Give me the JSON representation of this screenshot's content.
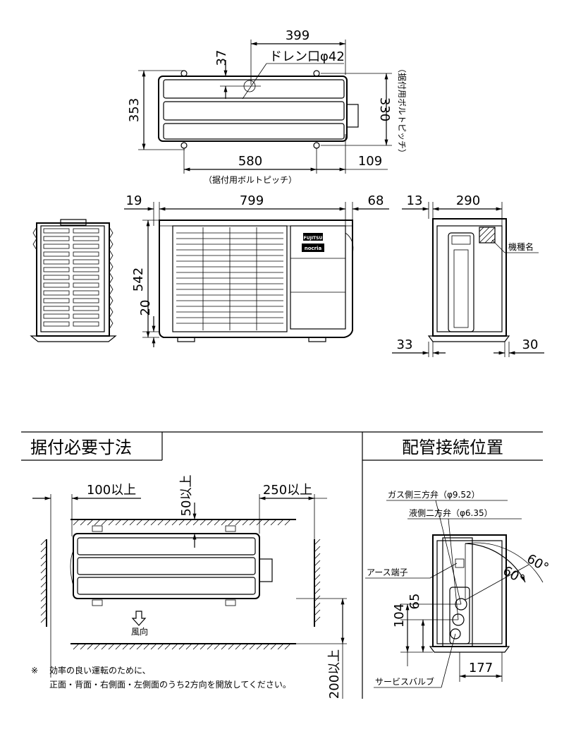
{
  "top_view": {
    "dim_399": "399",
    "dim_37": "37",
    "drain": "ドレン口φ42",
    "dim_353": "353",
    "dim_330": "330",
    "bolt_pitch_vertical": "（据付用ボルトピッチ）",
    "dim_580": "580",
    "dim_109": "109",
    "bolt_pitch": "（据付用ボルトピッチ）"
  },
  "front_view": {
    "dim_19": "19",
    "dim_799": "799",
    "dim_68": "68",
    "dim_542": "542",
    "dim_20": "20",
    "brand": "FUJITSU",
    "product": "nocria"
  },
  "side_view": {
    "dim_13": "13",
    "dim_290": "290",
    "model_label": "機種名",
    "dim_33": "33",
    "dim_30": "30"
  },
  "install": {
    "header": "据付必要寸法",
    "dim_100": "100以上",
    "dim_50": "50以上",
    "dim_250": "250以上",
    "wind": "風向",
    "dim_200": "200以上",
    "note_mark": "※",
    "note_line1": "効率の良い運転のために、",
    "note_line2": "正面・背面・右側面・左側面のうち2方向を開放してください。"
  },
  "piping": {
    "header": "配管接続位置",
    "gas_valve": "ガス側三方弁（φ9.52）",
    "liquid_valve": "液側二方弁（φ6.35）",
    "angle1": "60°",
    "angle2": "60°",
    "earth": "アース端子",
    "dim_104": "104",
    "dim_65": "65",
    "service_valve": "サービスバルブ",
    "dim_177": "177"
  }
}
